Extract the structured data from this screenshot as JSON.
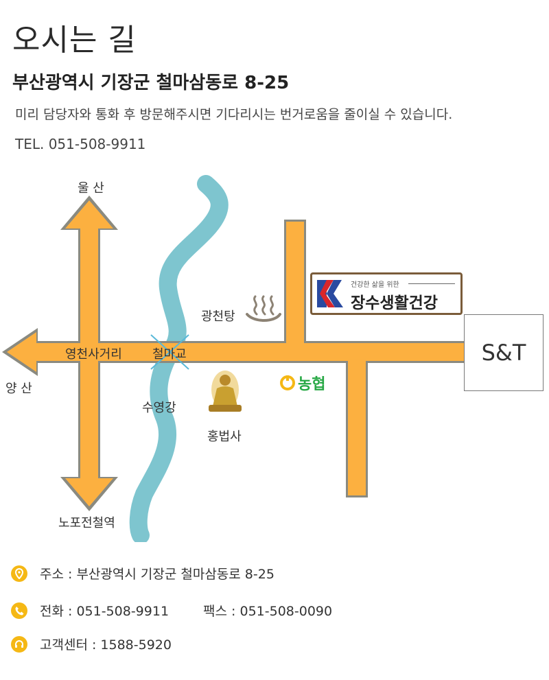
{
  "header": {
    "title": "오시는 길",
    "address": "부산광역시 기장군 철마삼동로 8-25",
    "description": "미리 담당자와 통화 후 방문해주시면 기다리시는 번거로움을 줄이실 수 있습니다.",
    "tel": "TEL. 051-508-9911"
  },
  "map": {
    "labels": {
      "north": "울 산",
      "west": "양 산",
      "south": "노포전철역",
      "junction": "영천사거리",
      "bridge": "철마교",
      "river": "수영강",
      "hot_spring": "광천탕",
      "temple": "홍법사",
      "bank": "농협",
      "destination": "S&T"
    },
    "company": {
      "tagline": "건강한 삶을 위한",
      "name": "장수생활건강"
    },
    "colors": {
      "road": "#fcb040",
      "road_outline": "#8a8a80",
      "river": "#7ec5cf",
      "bank_green": "#27a845",
      "temple_gold": "#c9a030"
    },
    "icons": [
      "hot-spring-icon",
      "buddha-statue-icon",
      "nh-bank-logo-icon",
      "company-logo-icon"
    ]
  },
  "info": {
    "address_label": "주소 : 부산광역시 기장군 철마삼동로 8-25",
    "phone_label": "전화 : 051-508-9911",
    "fax_label": "팩스 : 051-508-0090",
    "service_label": "고객센터 :  1588-5920",
    "icons": [
      "location-pin-icon",
      "phone-icon",
      "headset-icon"
    ],
    "icon_color": "#f5b815"
  }
}
